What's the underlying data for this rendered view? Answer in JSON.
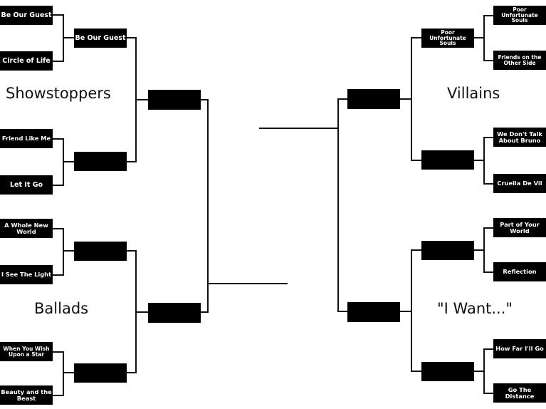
{
  "regions": {
    "showstoppers": "Showstoppers",
    "ballads": "Ballads",
    "villains": "Villains",
    "i_want": "\"I Want...\""
  },
  "left": {
    "showstoppers": {
      "seeds": [
        "Be Our Guest",
        "Circle of Life",
        "Friend Like Me",
        "Let It Go"
      ],
      "round2": [
        "Be Our Guest",
        ""
      ]
    },
    "ballads": {
      "seeds": [
        "A Whole New World",
        "I See The Light",
        "When You Wish Upon a Star",
        "Beauty and the Beast"
      ],
      "round2": [
        "",
        ""
      ]
    },
    "round3": [
      "",
      ""
    ]
  },
  "right": {
    "villains": {
      "seeds": [
        "Poor Unfortunate Souls",
        "Friends on the Other Side",
        "We Don't Talk About Bruno",
        "Cruella De Vil"
      ],
      "round2": [
        "Poor Unfortunate Souls",
        ""
      ]
    },
    "i_want": {
      "seeds": [
        "Part of Your World",
        "Reflection",
        "How Far I'll Go",
        "Go The Distance"
      ],
      "round2": [
        "",
        ""
      ]
    },
    "round3": [
      "",
      ""
    ]
  }
}
